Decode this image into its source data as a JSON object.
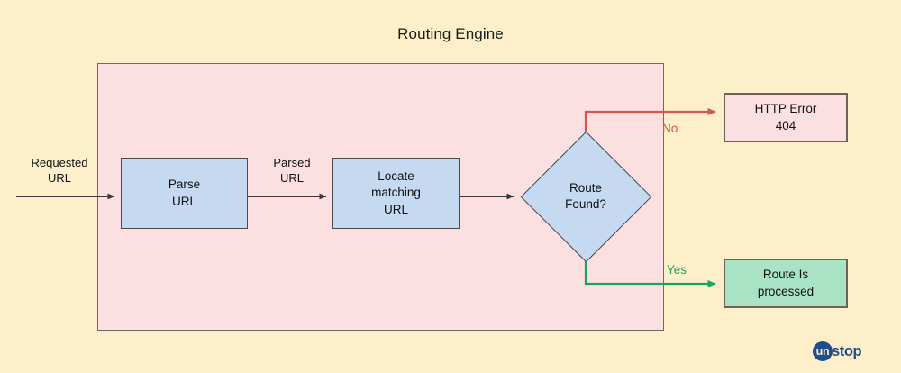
{
  "diagram": {
    "title": "Routing Engine",
    "background_color": "#fdefc9",
    "region": {
      "name": "routing-engine-region",
      "fill_color": "#fcdfe0",
      "border_color": "#756767"
    },
    "nodes": [
      {
        "id": "parse-url",
        "label": "Parse\nURL",
        "line1": "Parse",
        "line2": "URL",
        "shape": "process",
        "fill_color": "#c5d9f1"
      },
      {
        "id": "locate-url",
        "label": "Locate matching URL",
        "line1": "Locate",
        "line2": "matching",
        "line3": "URL",
        "shape": "process",
        "fill_color": "#c5d9f1"
      },
      {
        "id": "route-found",
        "label": "Route Found?",
        "line1": "Route",
        "line2": "Found?",
        "shape": "decision",
        "fill_color": "#c5d9f1"
      },
      {
        "id": "http-error",
        "label": "HTTP Error 404",
        "line1": "HTTP Error",
        "line2": "404",
        "shape": "terminal",
        "fill_color": "#fcdfe0"
      },
      {
        "id": "route-processed",
        "label": "Route Is processed",
        "line1": "Route Is",
        "line2": "processed",
        "shape": "terminal",
        "fill_color": "#a8e3c5"
      }
    ],
    "edges": [
      {
        "id": "input-to-parse",
        "label": "Requested URL",
        "line1": "Requested",
        "line2": "URL",
        "color": "#3a3a3a"
      },
      {
        "id": "parse-to-locate",
        "label": "Parsed URL",
        "line1": "Parsed",
        "line2": "URL",
        "color": "#3a3a3a"
      },
      {
        "id": "locate-to-decision",
        "label": "",
        "color": "#3a3a3a"
      },
      {
        "id": "decision-no",
        "label": "No",
        "color": "#d3564f"
      },
      {
        "id": "decision-yes",
        "label": "Yes",
        "color": "#19a463"
      }
    ]
  },
  "watermark": {
    "name": "unstop-logo",
    "circle_text": "un",
    "text": "stop",
    "color": "#1f4e8c"
  }
}
